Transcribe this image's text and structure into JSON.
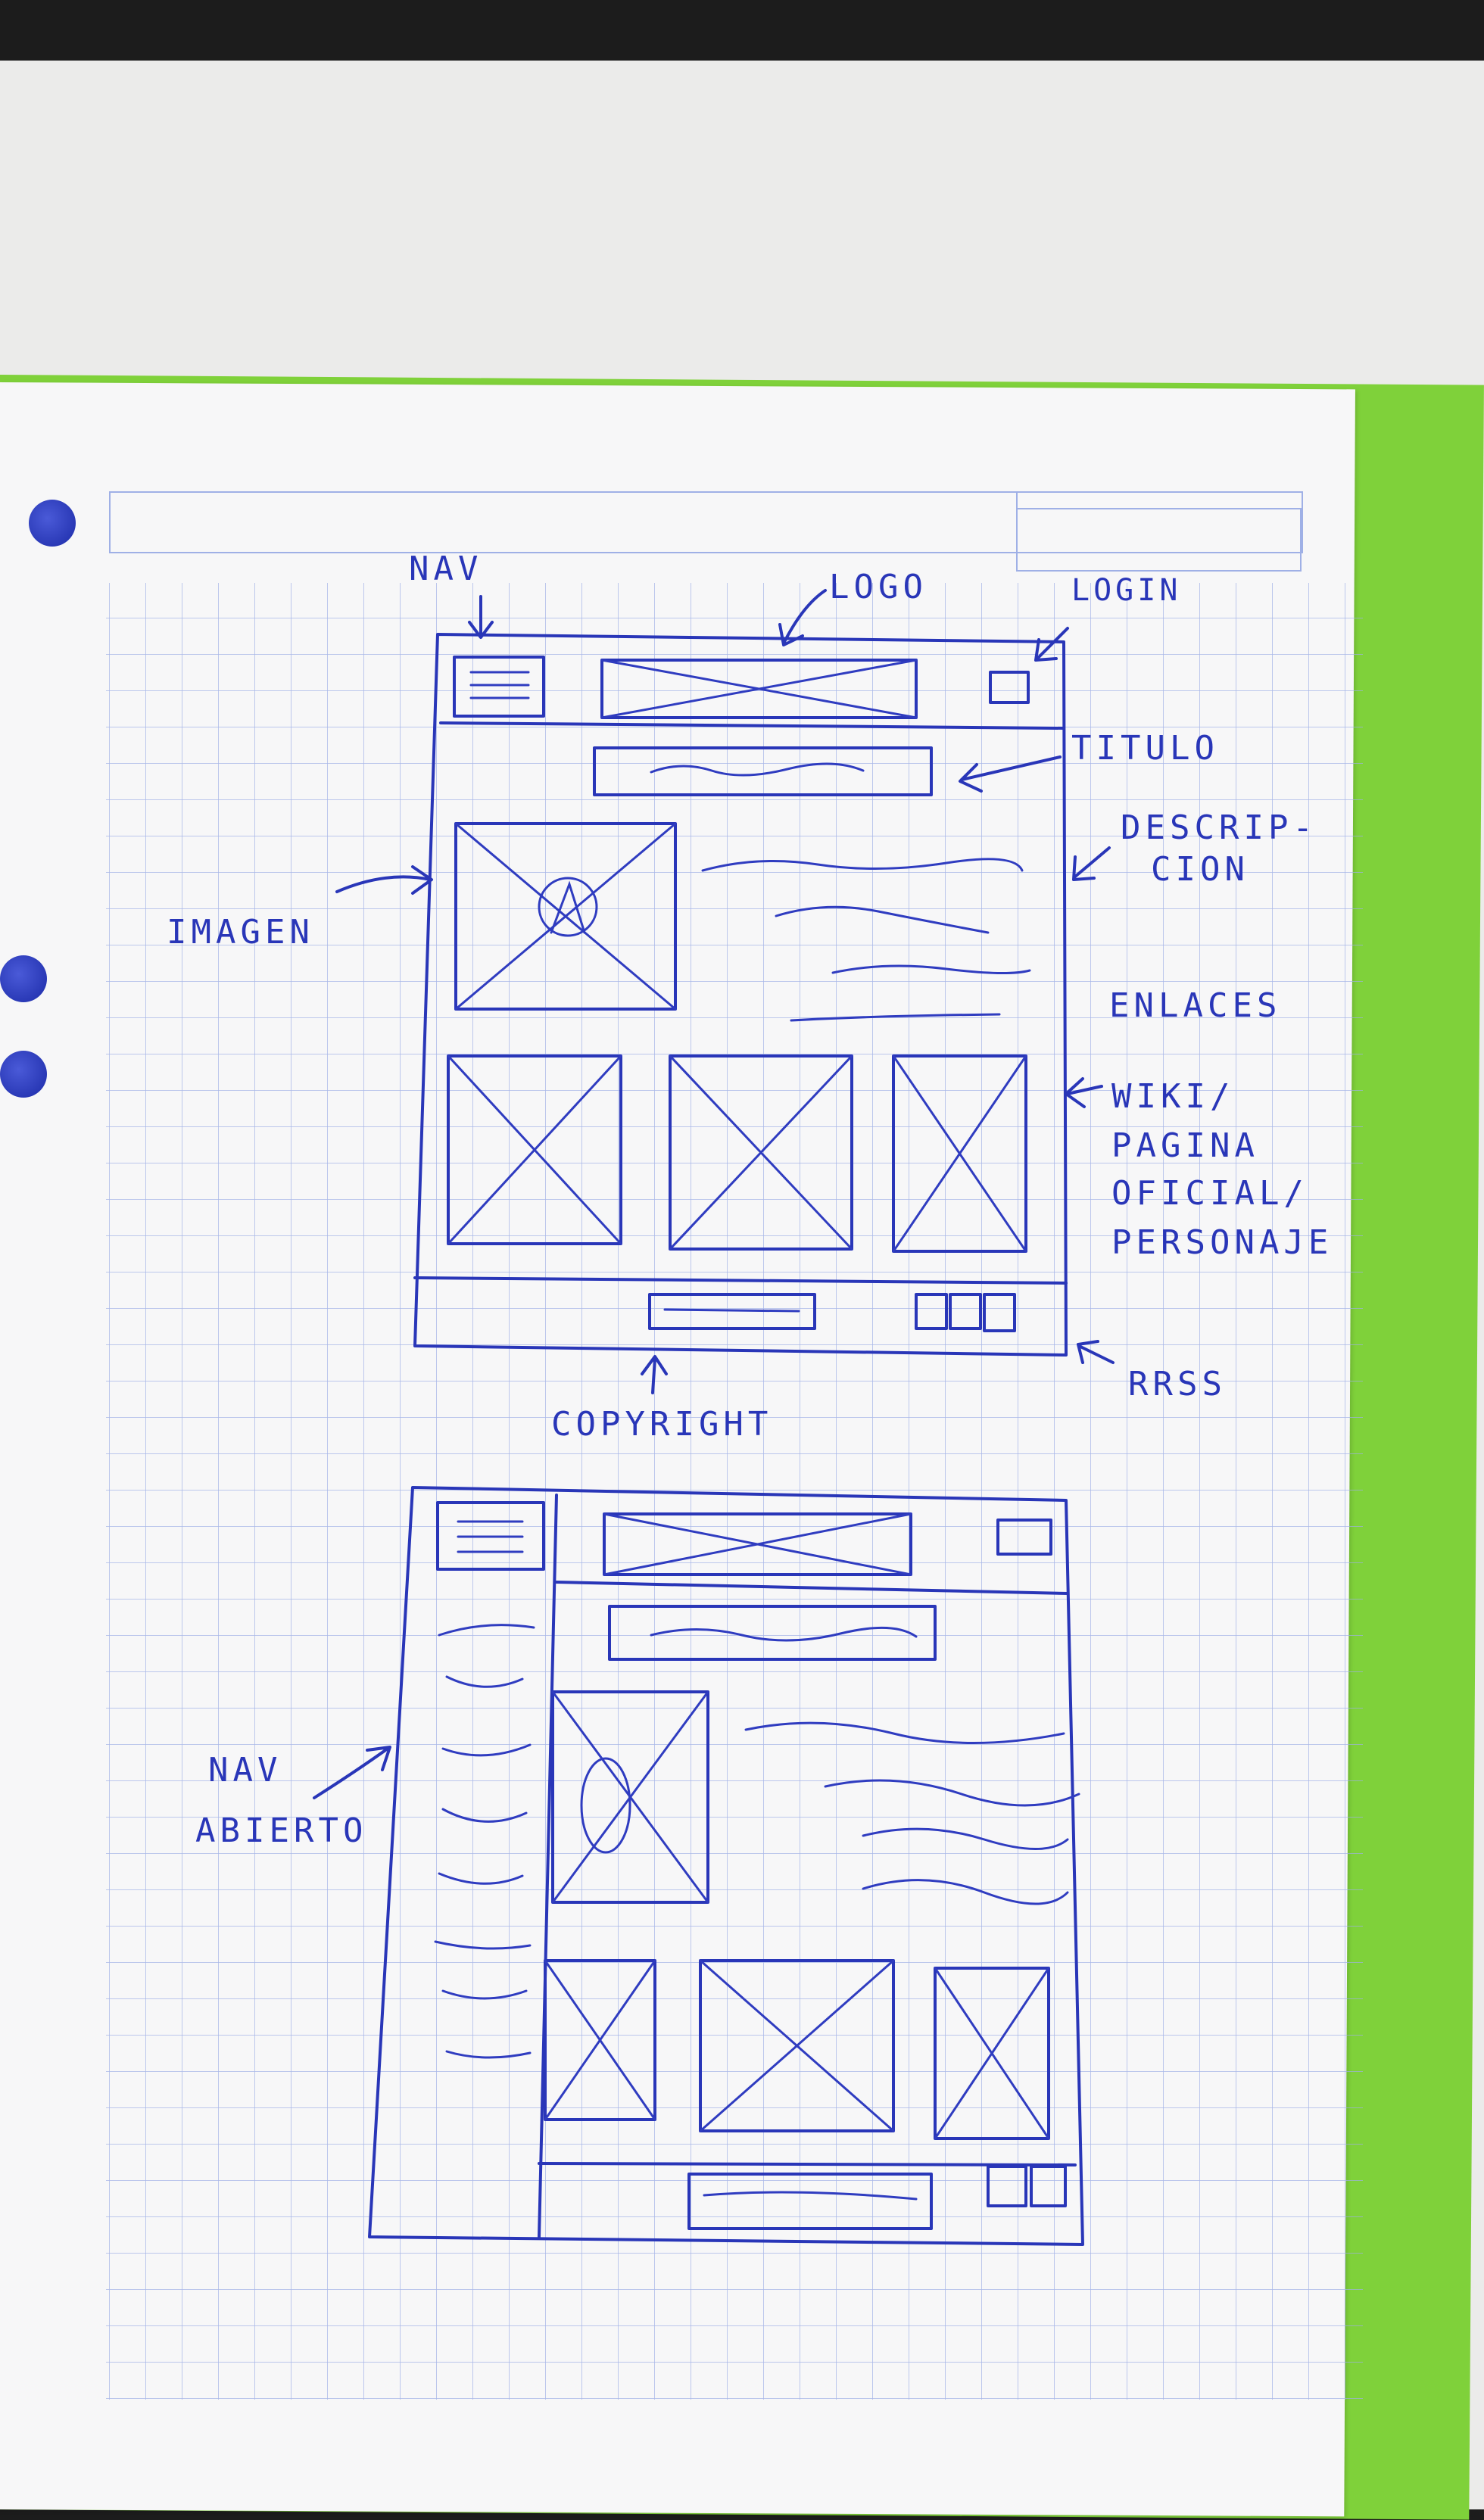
{
  "sheet": {
    "annotations": {
      "nav": "NAV",
      "logo": "LOGO",
      "login": "LOGIN",
      "titulo": "TITULO",
      "descripcion_1": "DESCRIP-",
      "descripcion_2": "CION",
      "imagen": "IMAGEN",
      "enlaces": "ENLACES",
      "enlaces_1": "WIKI/",
      "enlaces_2": "PAGINA",
      "enlaces_3": "OFICIAL/",
      "enlaces_4": "PERSONAJE",
      "rrss": "RRSS",
      "copyright": "COPYRIGHT",
      "nav_abierto_1": "NAV",
      "nav_abierto_2": "ABIERTO"
    },
    "colors": {
      "ink": "#2936b8",
      "paper": "#f7f7f8",
      "folder": "#7fd13a",
      "grid": "#9fb0e6"
    }
  }
}
